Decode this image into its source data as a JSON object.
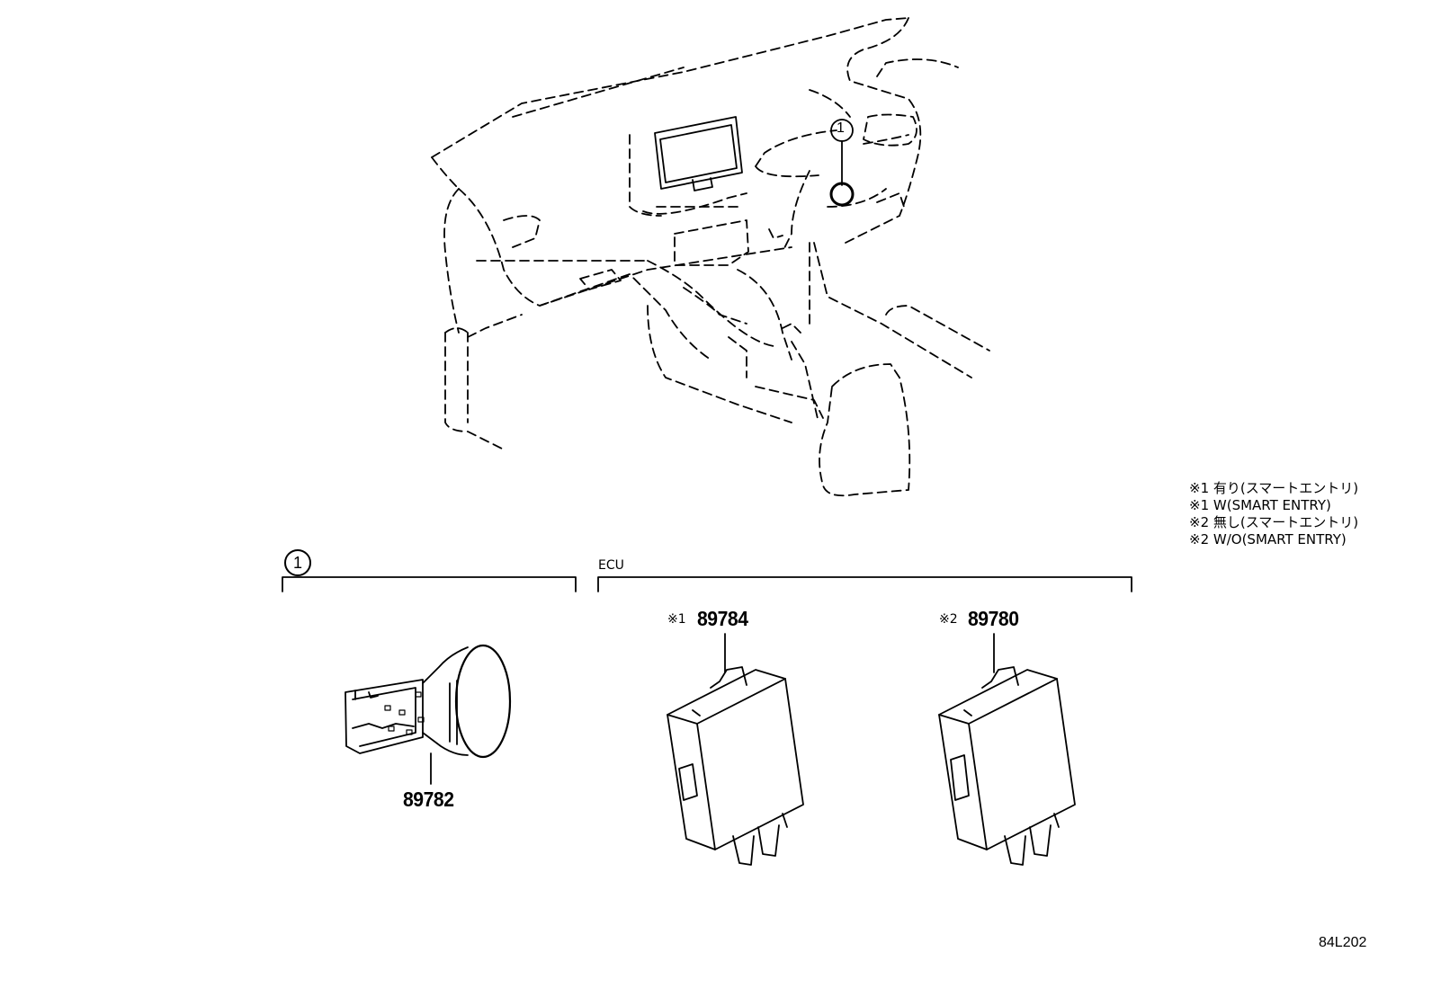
{
  "callout_number": "1",
  "legend": [
    "※1 有り(スマートエントリ)",
    "※1 W(SMART ENTRY)",
    "※2 無し(スマートエントリ)",
    "※2 W/O(SMART ENTRY)"
  ],
  "groups": {
    "switch": {
      "marker": "1"
    },
    "ecu": {
      "title": "ECU"
    }
  },
  "parts": {
    "switch": {
      "number": "89782"
    },
    "ecu1": {
      "prefix": "※1",
      "number": "89784"
    },
    "ecu2": {
      "prefix": "※2",
      "number": "89780"
    }
  },
  "diagram_code": "84L202"
}
